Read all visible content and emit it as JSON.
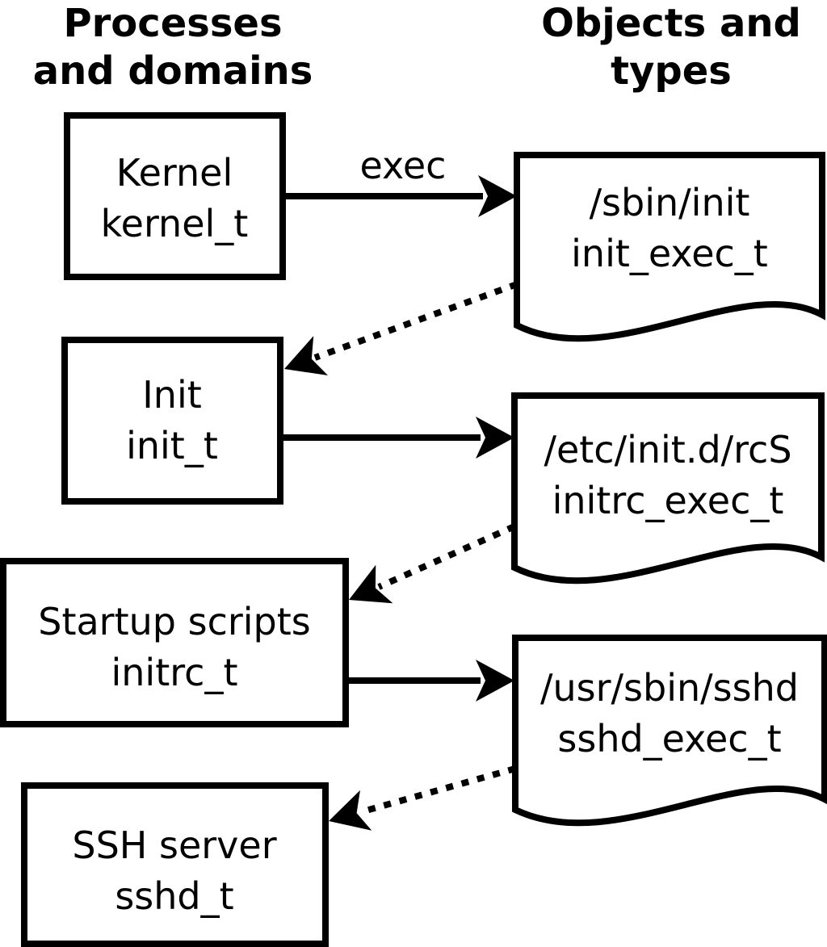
{
  "headers": {
    "left": {
      "line1": "Processes",
      "line2": "and domains"
    },
    "right": {
      "line1": "Objects and",
      "line2": "types"
    }
  },
  "processes": [
    {
      "id": "kernel",
      "name": "Kernel",
      "domain": "kernel_t"
    },
    {
      "id": "init",
      "name": "Init",
      "domain": "init_t"
    },
    {
      "id": "startup-scripts",
      "name": "Startup scripts",
      "domain": "initrc_t"
    },
    {
      "id": "ssh-server",
      "name": "SSH server",
      "domain": "sshd_t"
    }
  ],
  "objects": [
    {
      "id": "sbin-init",
      "path": "/sbin/init",
      "type": "init_exec_t"
    },
    {
      "id": "etc-initd-rcs",
      "path": "/etc/init.d/rcS",
      "type": "initrc_exec_t"
    },
    {
      "id": "usr-sbin-sshd",
      "path": "/usr/sbin/sshd",
      "type": "sshd_exec_t"
    }
  ],
  "edges": {
    "exec_label": "exec",
    "solid_exec": [
      {
        "from": "kernel",
        "to": "sbin-init"
      },
      {
        "from": "init",
        "to": "etc-initd-rcs"
      },
      {
        "from": "startup-scripts",
        "to": "usr-sbin-sshd"
      }
    ],
    "dotted_transition": [
      {
        "from": "sbin-init",
        "to": "init"
      },
      {
        "from": "etc-initd-rcs",
        "to": "startup-scripts"
      },
      {
        "from": "usr-sbin-sshd",
        "to": "ssh-server"
      }
    ]
  },
  "colors": {
    "stroke": "#000000",
    "fill": "#ffffff",
    "text": "#000000",
    "background": "#ffffff"
  }
}
